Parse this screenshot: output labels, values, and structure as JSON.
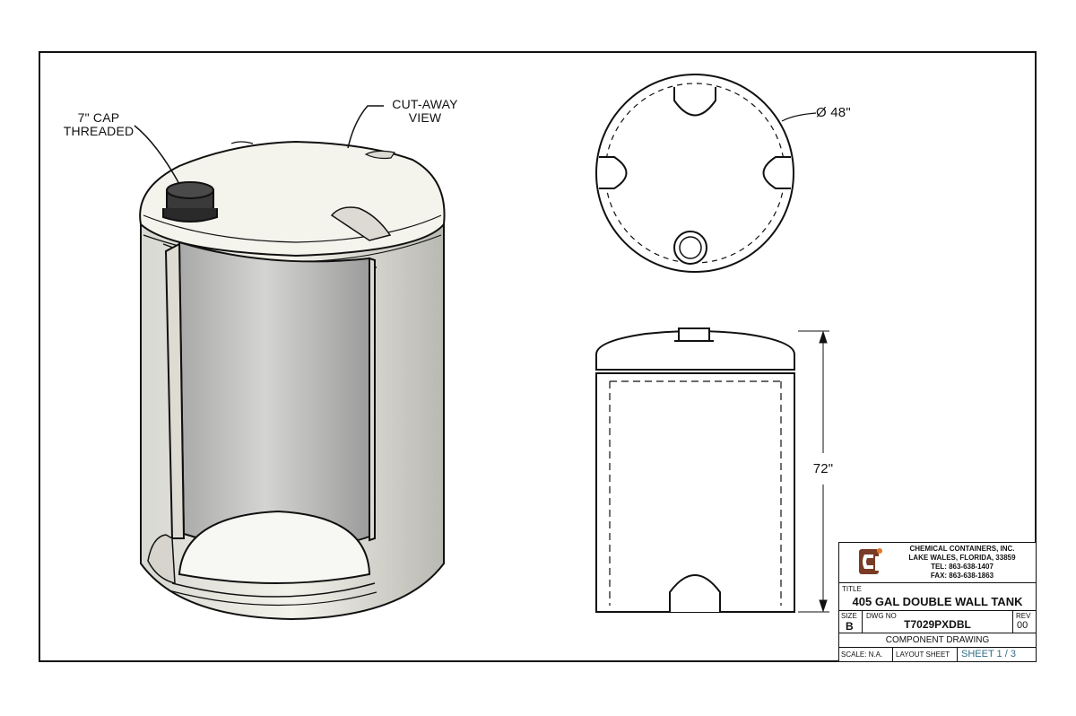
{
  "labels": {
    "cap_line1": "7\" CAP",
    "cap_line2": "THREADED",
    "cutaway_line1": "CUT-AWAY",
    "cutaway_line2": "VIEW",
    "diameter": "Ø 48\"",
    "height": "72\""
  },
  "title_block": {
    "company": "CHEMICAL CONTAINERS, INC.",
    "address": "LAKE WALES, FLORIDA, 33859",
    "tel": "TEL: 863-638-1407",
    "fax": "FAX: 863-638-1863",
    "title_label": "TITLE",
    "title": "405 GAL DOUBLE WALL TANK",
    "size_label": "SIZE",
    "size": "B",
    "dwg_label": "DWG NO",
    "dwg_no": "T7029PXDBL",
    "rev_label": "REV",
    "rev": "00",
    "drawing_type": "COMPONENT DRAWING",
    "scale": "SCALE: N.A.",
    "layout": "LAYOUT SHEET",
    "sheet": "SHEET 1 / 3"
  },
  "colors": {
    "line": "#111111",
    "tank_fill": "#efeee6",
    "inner_wall": "#bdbdbd",
    "logo": "#7a3b26",
    "sheet_text": "#2f6d86"
  }
}
